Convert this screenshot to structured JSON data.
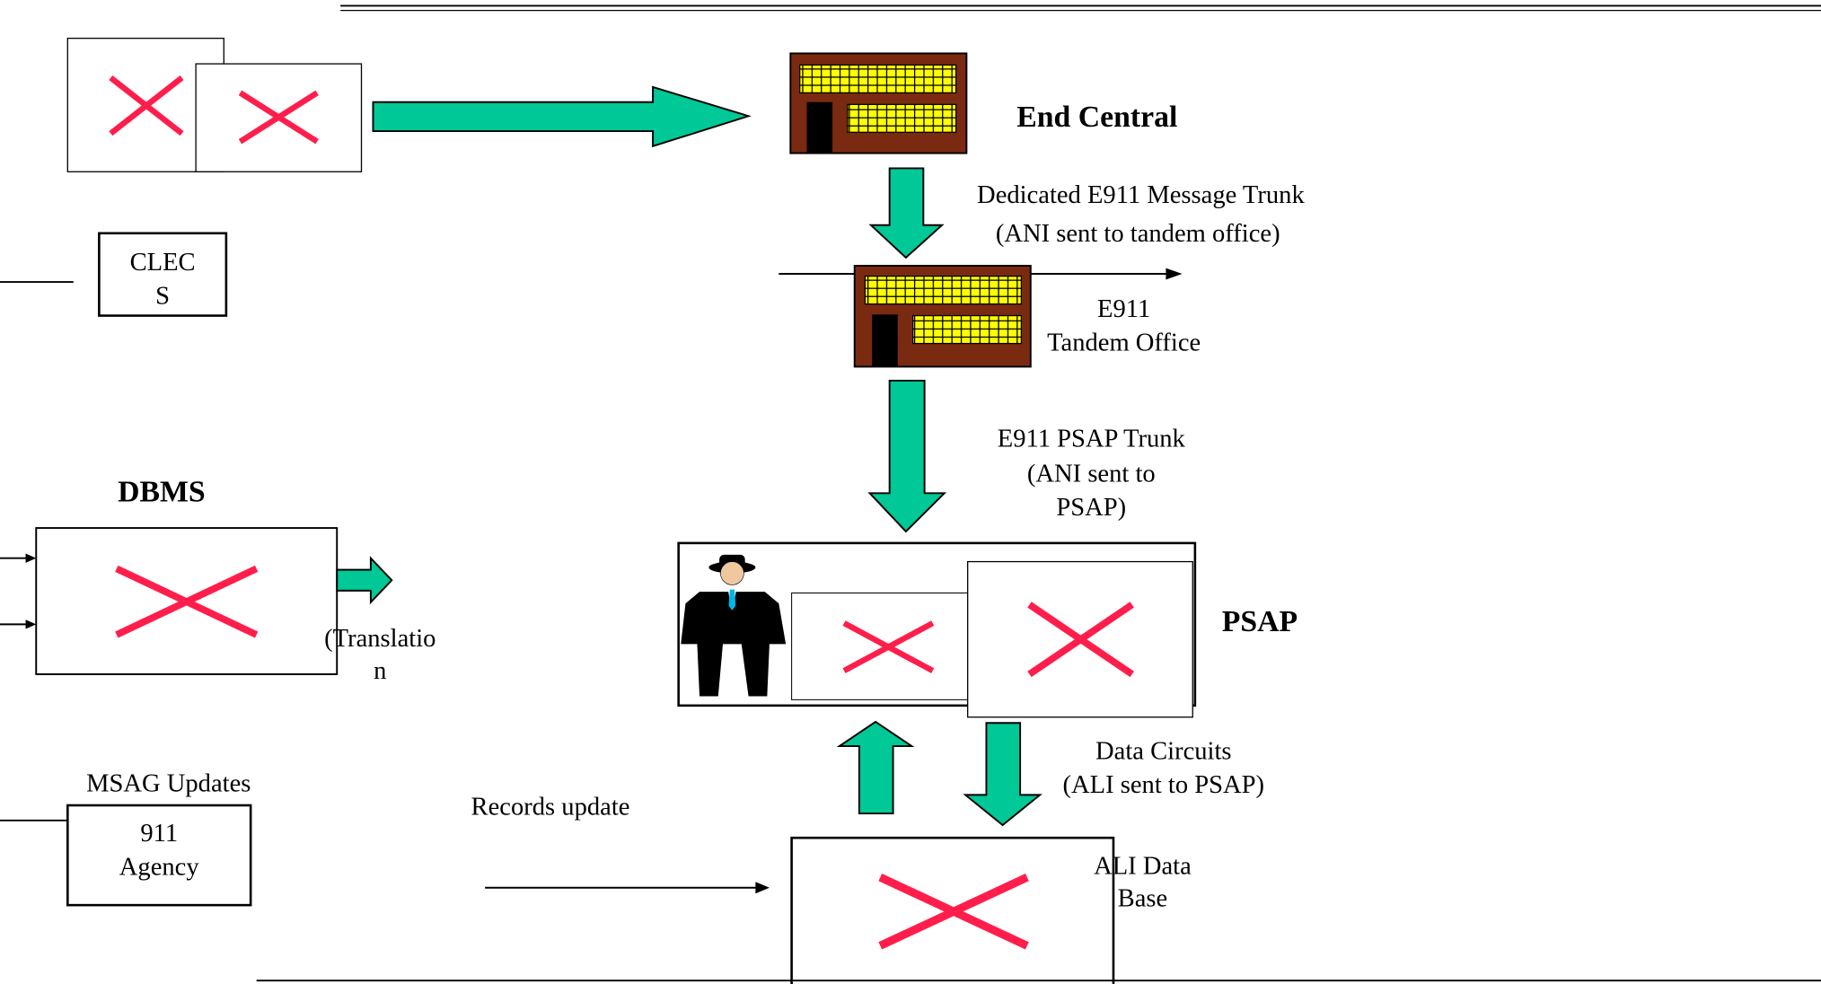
{
  "diagram": {
    "nodes": {
      "end_central": {
        "label": "End Central"
      },
      "clec": {
        "line1": "CLEC",
        "line2": "S"
      },
      "tandem": {
        "line1": "E911",
        "line2": "Tandem Office"
      },
      "dbms": {
        "label": "DBMS",
        "note_line1": "(Translatio",
        "note_line2": "n"
      },
      "psap": {
        "label": "PSAP"
      },
      "msag": {
        "label": "MSAG Updates"
      },
      "agency": {
        "line1": "911",
        "line2": "Agency"
      },
      "ali": {
        "line1": "ALI Data",
        "line2": "Base"
      }
    },
    "edges": {
      "message_trunk": {
        "line1": "Dedicated E911 Message Trunk",
        "line2": "(ANI sent  to tandem office)"
      },
      "psap_trunk": {
        "line1": "E911 PSAP Trunk",
        "line2": "(ANI sent to",
        "line3": "PSAP)"
      },
      "data_circuits": {
        "line1": "Data Circuits",
        "line2": "(ALI sent to PSAP)"
      },
      "records_update": {
        "label": "Records update"
      }
    },
    "colors": {
      "arrow_fill": "#00c896",
      "x_mark": "#ff1e4b",
      "building": "#7a2a10",
      "window": "#ffff00"
    }
  }
}
